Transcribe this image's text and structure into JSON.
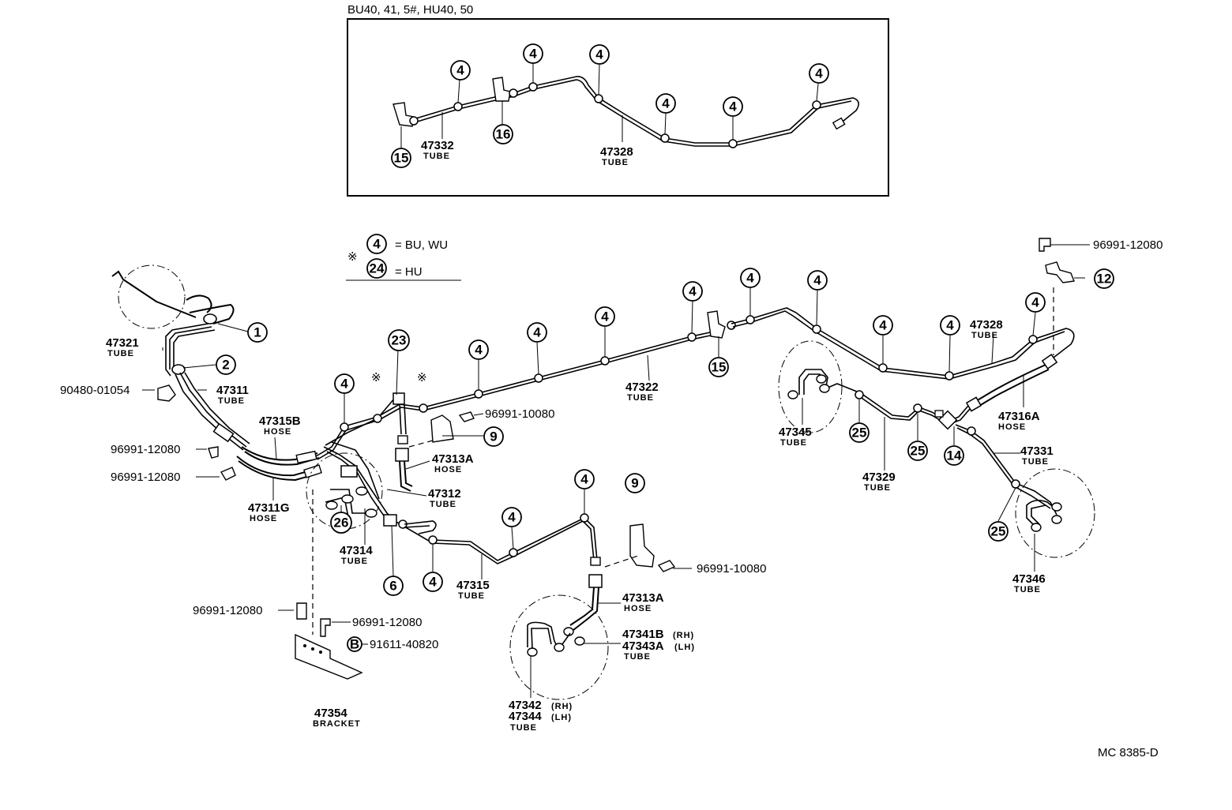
{
  "inset": {
    "title": "BU40, 41, 5#, HU40, 50",
    "callouts": [
      "4",
      "4",
      "4",
      "4",
      "4",
      "4",
      "15",
      "16"
    ],
    "parts": [
      {
        "number": "47332",
        "type": "TUBE"
      },
      {
        "number": "47328",
        "type": "TUBE"
      }
    ]
  },
  "legend": {
    "mark": "※",
    "row1_num": "4",
    "row1_text": "= BU, WU",
    "row2_num": "24",
    "row2_text": "= HU"
  },
  "callouts": {
    "c1": "1",
    "c2": "2",
    "c23": "23",
    "c9a": "9",
    "c9b": "9",
    "c6": "6",
    "c26": "26",
    "c15": "15",
    "c25a": "25",
    "c25b": "25",
    "c25c": "25",
    "c14": "14",
    "c12": "12",
    "cB": "B",
    "four": "4"
  },
  "marks": {
    "star1": "※",
    "star2": "※"
  },
  "parts": {
    "p47321": {
      "number": "47321",
      "type": "TUBE"
    },
    "p47311": {
      "number": "47311",
      "type": "TUBE"
    },
    "p47315B": {
      "number": "47315B",
      "type": "HOSE"
    },
    "p47311G": {
      "number": "47311G",
      "type": "HOSE"
    },
    "p47313A_1": {
      "number": "47313A",
      "type": "HOSE"
    },
    "p47312": {
      "number": "47312",
      "type": "TUBE"
    },
    "p47314": {
      "number": "47314",
      "type": "TUBE"
    },
    "p47315": {
      "number": "47315",
      "type": "TUBE"
    },
    "p47322": {
      "number": "47322",
      "type": "TUBE"
    },
    "p47313A_2": {
      "number": "47313A",
      "type": "HOSE"
    },
    "p47341": {
      "number": "47341B",
      "suffix": "(RH)"
    },
    "p47343": {
      "number": "47343A",
      "suffix": "(LH)",
      "type": "TUBE"
    },
    "p47342": {
      "number": "47342",
      "suffix": "(RH)"
    },
    "p47344": {
      "number": "47344",
      "suffix": "(LH)",
      "type": "TUBE"
    },
    "p47354": {
      "number": "47354",
      "type": "BRACKET"
    },
    "p47345": {
      "number": "47345",
      "type": "TUBE"
    },
    "p47329": {
      "number": "47329",
      "type": "TUBE"
    },
    "p47328": {
      "number": "47328",
      "type": "TUBE"
    },
    "p47316A": {
      "number": "47316A",
      "type": "HOSE"
    },
    "p47331": {
      "number": "47331",
      "type": "TUBE"
    },
    "p47346": {
      "number": "47346",
      "type": "TUBE"
    }
  },
  "refs": {
    "r90480": "90480-01054",
    "r96991_12080_a": "96991-12080",
    "r96991_12080_b": "96991-12080",
    "r96991_10080_a": "96991-10080",
    "r96991_10080_b": "96991-10080",
    "r96991_12080_c": "96991-12080",
    "r96991_12080_d": "96991-12080",
    "r91611": "91611-40820",
    "r96991_12080_e": "96991-12080"
  },
  "code": "MC 8385-D"
}
